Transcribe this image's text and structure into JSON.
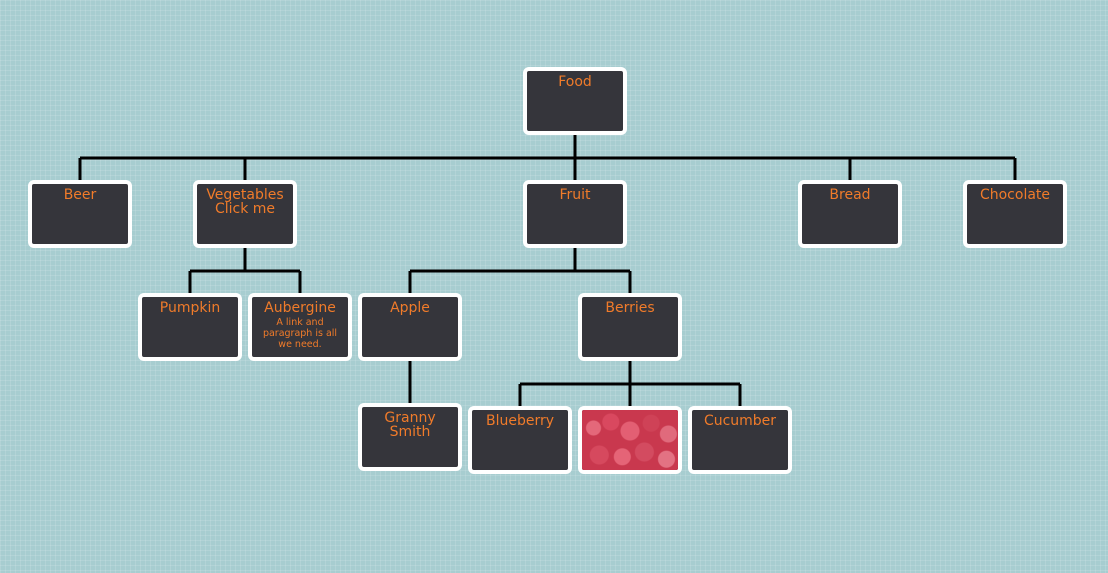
{
  "nodes": [
    {
      "id": "food",
      "label": "Food"
    },
    {
      "id": "beer",
      "label": "Beer",
      "parent": "food"
    },
    {
      "id": "vegetables",
      "label": "Vegetables",
      "parent": "food",
      "link": "Click me"
    },
    {
      "id": "fruit",
      "label": "Fruit",
      "parent": "food"
    },
    {
      "id": "bread",
      "label": "Bread",
      "parent": "food"
    },
    {
      "id": "chocolate",
      "label": "Chocolate",
      "parent": "food"
    },
    {
      "id": "pumpkin",
      "label": "Pumpkin",
      "parent": "vegetables"
    },
    {
      "id": "aubergine",
      "label": "Aubergine",
      "parent": "vegetables",
      "paragraph": "A link and paragraph is all we need."
    },
    {
      "id": "apple",
      "label": "Apple",
      "parent": "fruit"
    },
    {
      "id": "berries",
      "label": "Berries",
      "parent": "fruit"
    },
    {
      "id": "granny-smith",
      "label": "Granny Smith",
      "parent": "apple"
    },
    {
      "id": "blueberry",
      "label": "Blueberry",
      "parent": "berries"
    },
    {
      "id": "raspberry",
      "label": "",
      "parent": "berries",
      "image": "raspberries-photo"
    },
    {
      "id": "cucumber",
      "label": "Cucumber",
      "parent": "berries"
    }
  ],
  "colors": {
    "background": "#a7cdd0",
    "node_fill": "#35353b",
    "node_border": "#ffffff",
    "label": "#f07b2a",
    "connector": "#000000"
  }
}
